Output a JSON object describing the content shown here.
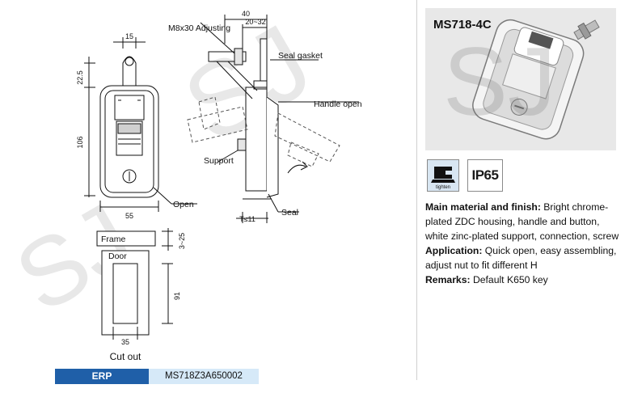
{
  "drawing": {
    "dim_15": "15",
    "dim_40": "40",
    "dim_20_32": "20~32",
    "dim_22_5": "22.5",
    "dim_106": "106",
    "dim_55": "55",
    "dim_t11": "T≤11",
    "dim_3_25": "3~25",
    "dim_91": "91",
    "dim_35": "35",
    "label_adjusting": "M8x30 Adjusting",
    "label_seal_gasket": "Seal gasket",
    "label_handle_open": "Handle open",
    "label_support": "Support",
    "label_open": "Open",
    "label_seal": "Seal",
    "label_frame": "Frame",
    "label_door": "Door",
    "label_cut_out": "Cut out"
  },
  "product": {
    "code": "MS718-4C",
    "ip_rating": "IP65",
    "tighten_badge": "tighten"
  },
  "specs": {
    "material_label": "Main material and finish:",
    "material_text": " Bright chrome-plated ZDC housing, handle and button, white zinc-plated support, connection, screw",
    "application_label": "Application:",
    "application_text": " Quick open, easy assembling, adjust nut to fit different H",
    "remarks_label": "Remarks:",
    "remarks_text": " Default K650 key"
  },
  "erp": {
    "label": "ERP",
    "value": "MS718Z3A650002"
  },
  "watermark": "SJ"
}
